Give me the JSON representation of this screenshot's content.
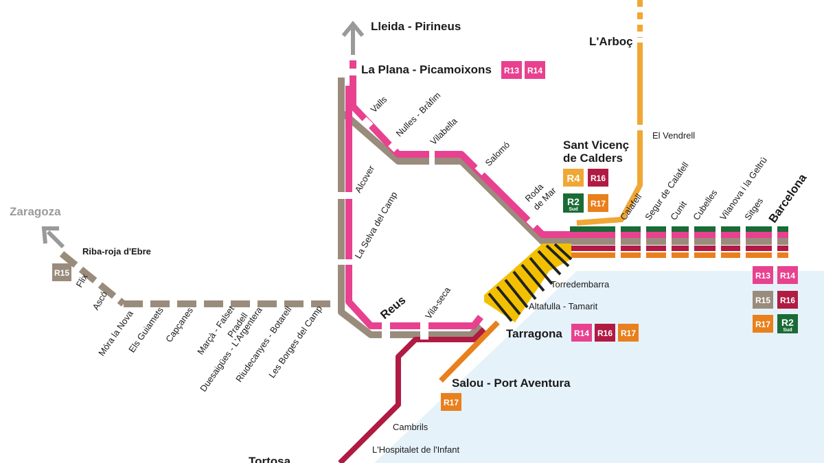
{
  "colors": {
    "r13_r14": "#e8418f",
    "r15": "#9a8c7d",
    "r16": "#b01b44",
    "r17": "#e8801d",
    "r4": "#f0a735",
    "r2sud": "#1a6b36",
    "sea": "#e6f2fa",
    "arrow": "#9a9a9a"
  },
  "terminals": {
    "lleida": "Lleida - Pirineus",
    "zaragoza": "Zaragoza",
    "barcelona": "Barcelona",
    "tortosa": "Tortosa"
  },
  "major_stations": {
    "la_plana": "La Plana - Picamoixons",
    "sant_vicenc_1": "Sant Vicenç",
    "sant_vicenc_2": "de Calders",
    "larboc": "L'Arboç",
    "reus": "Reus",
    "tarragona": "Tarragona",
    "salou": "Salou - Port Aventura",
    "riba_roja": "Riba-roja d'Ebre"
  },
  "stations": {
    "valls": "Valls",
    "nulles": "Nulles - Bràfim",
    "vilabella": "Vilabella",
    "salomo": "Salomó",
    "roda_1": "Roda",
    "roda_2": "de Mar",
    "alcover": "Alcover",
    "la_selva": "La Selva del Camp",
    "vila_seca": "Vila-seca",
    "torredembarra": "Torredembarra",
    "altafulla": "Altafulla - Tamarit",
    "el_vendrell": "El Vendrell",
    "calafell": "Calafell",
    "segur": "Segur de Calafell",
    "cunit": "Cunit",
    "cubelles": "Cubelles",
    "vilanova": "Vilanova i la Geltrú",
    "sitges": "Sitges",
    "flix": "Flix",
    "asco": "Ascó",
    "mora": "Móra la Nova",
    "guiamets": "Els Guiamets",
    "capcanes": "Capçanes",
    "marca": "Marçà - Falset",
    "pradell": "Pradell",
    "duesaigues": "Duesaigües - L'Argentera",
    "riudecanyes": "Riudecanyes - Botarell",
    "borges": "Les Borges del Camp",
    "cambrils": "Cambrils",
    "hospitalet": "L'Hospitalet de l'Infant"
  },
  "badges": {
    "r2": "R2",
    "sud": "Sud",
    "r4": "R4",
    "r13": "R13",
    "r14": "R14",
    "r15": "R15",
    "r16": "R16",
    "r17": "R17"
  }
}
